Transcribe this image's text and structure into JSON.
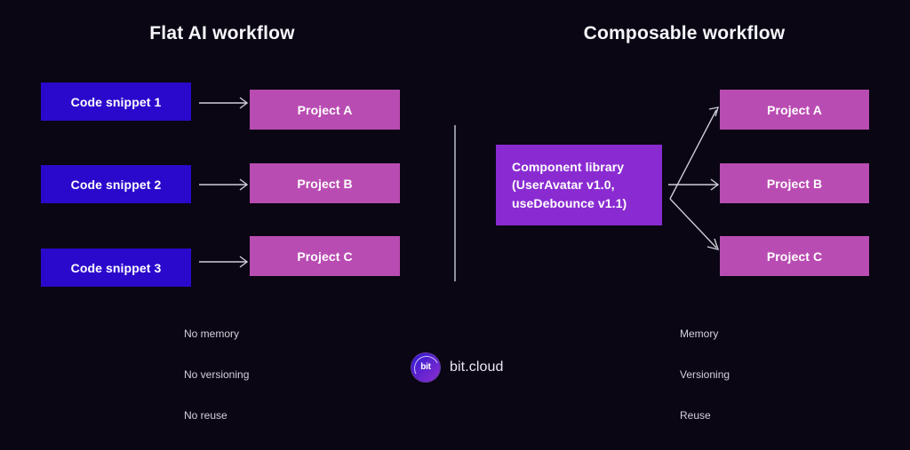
{
  "background_color": "#0a0614",
  "colors": {
    "snippet_box": "#2b09cc",
    "project_box": "#b94cb2",
    "library_box": "#8a2bd2",
    "arrow": "#cfcdd8",
    "divider": "#8f8f9e",
    "title_text": "#f7f6fb",
    "note_text": "#d3d2da"
  },
  "left_panel": {
    "title": "Flat AI workflow",
    "sources": [
      {
        "label": "Code snippet 1"
      },
      {
        "label": "Code snippet 2"
      },
      {
        "label": "Code snippet 3"
      }
    ],
    "targets": [
      {
        "label": "Project A"
      },
      {
        "label": "Project B"
      },
      {
        "label": "Project C"
      }
    ],
    "notes": [
      "No memory",
      "No versioning",
      "No reuse"
    ]
  },
  "right_panel": {
    "title": "Composable workflow",
    "library": {
      "lines": [
        "Component library",
        "(UserAvatar v1.0,",
        "useDebounce v1.1)"
      ]
    },
    "targets": [
      {
        "label": "Project A"
      },
      {
        "label": "Project B"
      },
      {
        "label": "Project C"
      }
    ],
    "notes": [
      "Memory",
      "Versioning",
      "Reuse"
    ]
  },
  "brand": {
    "mark_text": "bit",
    "name": "bit.cloud"
  }
}
